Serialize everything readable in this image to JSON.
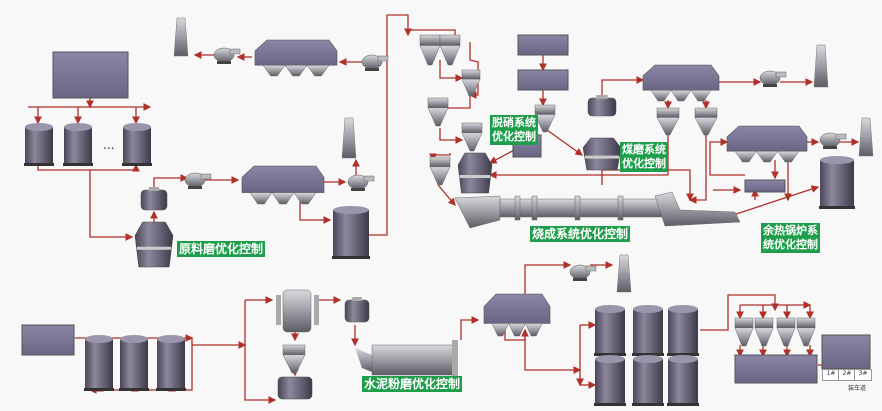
{
  "labels": {
    "raw_mill": "原料磨优化控制",
    "denitration_line1": "脱硝系统",
    "denitration_line2": "优化控制",
    "coal_mill_line1": "煤磨系统",
    "coal_mill_line2": "优化控制",
    "firing": "烧成系统优化控制",
    "waste_heat_line1": "余热锅炉系",
    "waste_heat_line2": "统优化控制",
    "cement_mill": "水泥粉磨优化控制"
  },
  "ellipsis": "...",
  "loading_bay": {
    "cells": [
      "1#",
      "2#",
      "3#"
    ],
    "caption": "装车道"
  },
  "colors": {
    "pipe": "#b0302a",
    "equipment": "#6d6780",
    "label_bg": "#1e9e4a",
    "label_text": "#ffffff"
  }
}
